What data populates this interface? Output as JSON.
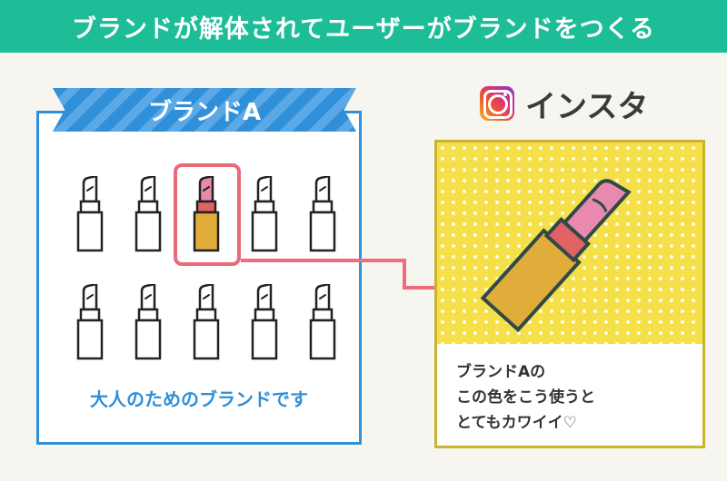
{
  "header": {
    "title": "ブランドが解体されてユーザーがブランドをつくる"
  },
  "brand_card": {
    "title": "ブランドA",
    "caption": "大人のためのブランドです"
  },
  "instagram": {
    "label": "インスタ",
    "logo_icon": "instagram-icon"
  },
  "post": {
    "lines": [
      "ブランドAの",
      "この色をこう使うと",
      "とてもカワイイ♡"
    ]
  },
  "colors": {
    "header": "#1dbd97",
    "brand_blue": "#2f8fd8",
    "highlight": "#e96b7a",
    "post_bg": "#f6e04a",
    "lipstick_gold": "#e0ad3a",
    "lipstick_pink": "#e889ad"
  }
}
